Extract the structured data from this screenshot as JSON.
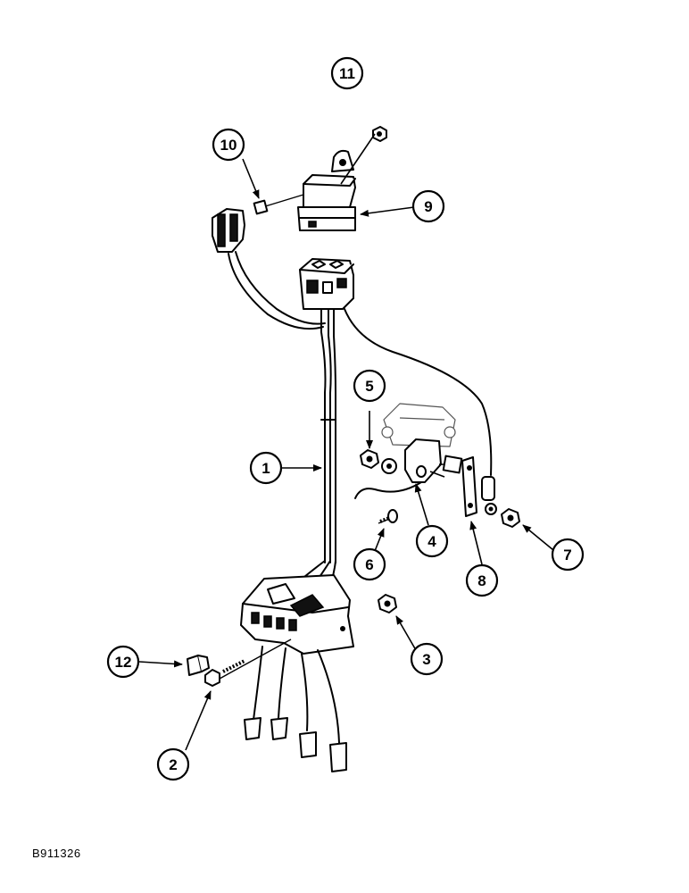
{
  "figure": {
    "drawing_number": "B911326",
    "callouts": [
      {
        "id": "1",
        "label": "1"
      },
      {
        "id": "2",
        "label": "2"
      },
      {
        "id": "3",
        "label": "3"
      },
      {
        "id": "4",
        "label": "4"
      },
      {
        "id": "5",
        "label": "5"
      },
      {
        "id": "6",
        "label": "6"
      },
      {
        "id": "7",
        "label": "7"
      },
      {
        "id": "8",
        "label": "8"
      },
      {
        "id": "9",
        "label": "9"
      },
      {
        "id": "10",
        "label": "10"
      },
      {
        "id": "11",
        "label": "11"
      },
      {
        "id": "12",
        "label": "12"
      }
    ]
  }
}
